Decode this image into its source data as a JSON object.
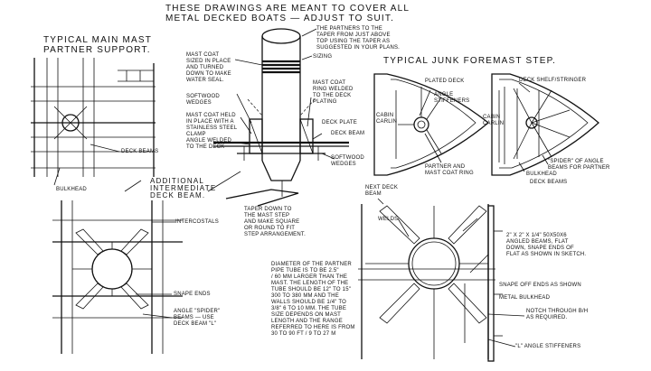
{
  "header": {
    "line1": "THESE DRAWINGS ARE MEANT TO COVER ALL",
    "line2": "METAL DECKED BOATS — ADJUST TO SUIT."
  },
  "titles": {
    "main_mast": "TYPICAL MAIN MAST\nPARTNER SUPPORT.",
    "junk_foremast": "TYPICAL JUNK FOREMAST STEP.",
    "additional_beam": "ADDITIONAL\nINTERMEDIATE\nDECK BEAM."
  },
  "labels": {
    "partners_taper": "THE PARTNERS TO THE\nTAPER FROM JUST ABOVE\nTOP USING THE TAPER AS\nSUGGESTED IN YOUR PLANS.",
    "mast_coat_sized": "MAST COAT\nSIZED IN PLACE\nAND TURNED\nDOWN TO MAKE\nWATER SEAL.",
    "sizing": "SIZING",
    "mast_coat_ring": "MAST COAT\nRING WELDED\nTO THE DECK\nPLATING",
    "softwood_wedges_upper": "SOFTWOOD\nWEDGES",
    "mast_coat_held": "MAST COAT HELD\nIN PLACE WITH A\nSTAINLESS STEEL\nCLAMP",
    "angle_welded": "ANGLE WELDED\nTO THE DECK",
    "deck_plate": "DECK PLATE",
    "deck_beam_center": "DECK BEAM",
    "softwood_wedges_lower": "SOFTWOOD\nWEDGES",
    "taper_down": "TAPER DOWN TO\nTHE MAST STEP\nAND MAKE SQUARE\nOR ROUND TO FIT\nSTEP ARRANGEMENT.",
    "deck_beams_left": "DECK BEAMS",
    "bulkhead_left": "BULKHEAD",
    "intercostals": "INTERCOSTALS",
    "snape_ends": "SNAPE ENDS",
    "angle_spider": "ANGLE \"SPIDER\"\nBEAMS — USE\nDECK BEAM \"L\"",
    "plated_deck": "PLATED DECK",
    "angle_stiffeners": "ANGLE\nSTIFFENERS",
    "cabin_carlin_left": "CABIN\nCARLIN",
    "partner_mast_coat_ring": "PARTNER AND\nMAST COAT RING",
    "deck_shelf": "DECK SHELF/STRINGER",
    "cabin_carlin_right": "CABIN\nCARLIN",
    "spider_angle_beams": "\"SPIDER\" OF ANGLE\nBEAMS FOR PARTNER",
    "bulkhead_right": "BULKHEAD",
    "deck_beams_right": "DECK BEAMS",
    "next_deck_beam": "NEXT DECK\nBEAM",
    "welds": "WELDS",
    "angled_beams": "2\" X 2\" X 1/4\" 50X50X6\nANGLED BEAMS, FLAT\nDOWN, SNAPE ENDS OF\nFLAT AS SHOWN IN SKETCH.",
    "diameter_note": "DIAMETER OF THE PARTNER\nPIPE TUBE IS TO BE 2.5\"\n/ 60 MM LARGER THAN THE\nMAST. THE LENGTH OF THE\nTUBE SHOULD BE 12\" TO 15\"\n300 TO 380 MM AND THE\nWALLS SHOULD BE 1/4\" TO\n3/8\" 6 TO 10 MM. THE TUBE\nSIZE DEPENDS ON MAST\nLENGTH AND THE RANGE\nREFERRED TO HERE IS FROM\n30 TO 90 FT / 9 TO 27 M",
    "snape_off": "SNAPE OFF ENDS AS SHOWN",
    "metal_bulkhead": "METAL BULKHEAD",
    "notch": "NOTCH THROUGH B/H\nAS REQUIRED.",
    "l_angle": "\"L\" ANGLE STIFFENERS"
  }
}
